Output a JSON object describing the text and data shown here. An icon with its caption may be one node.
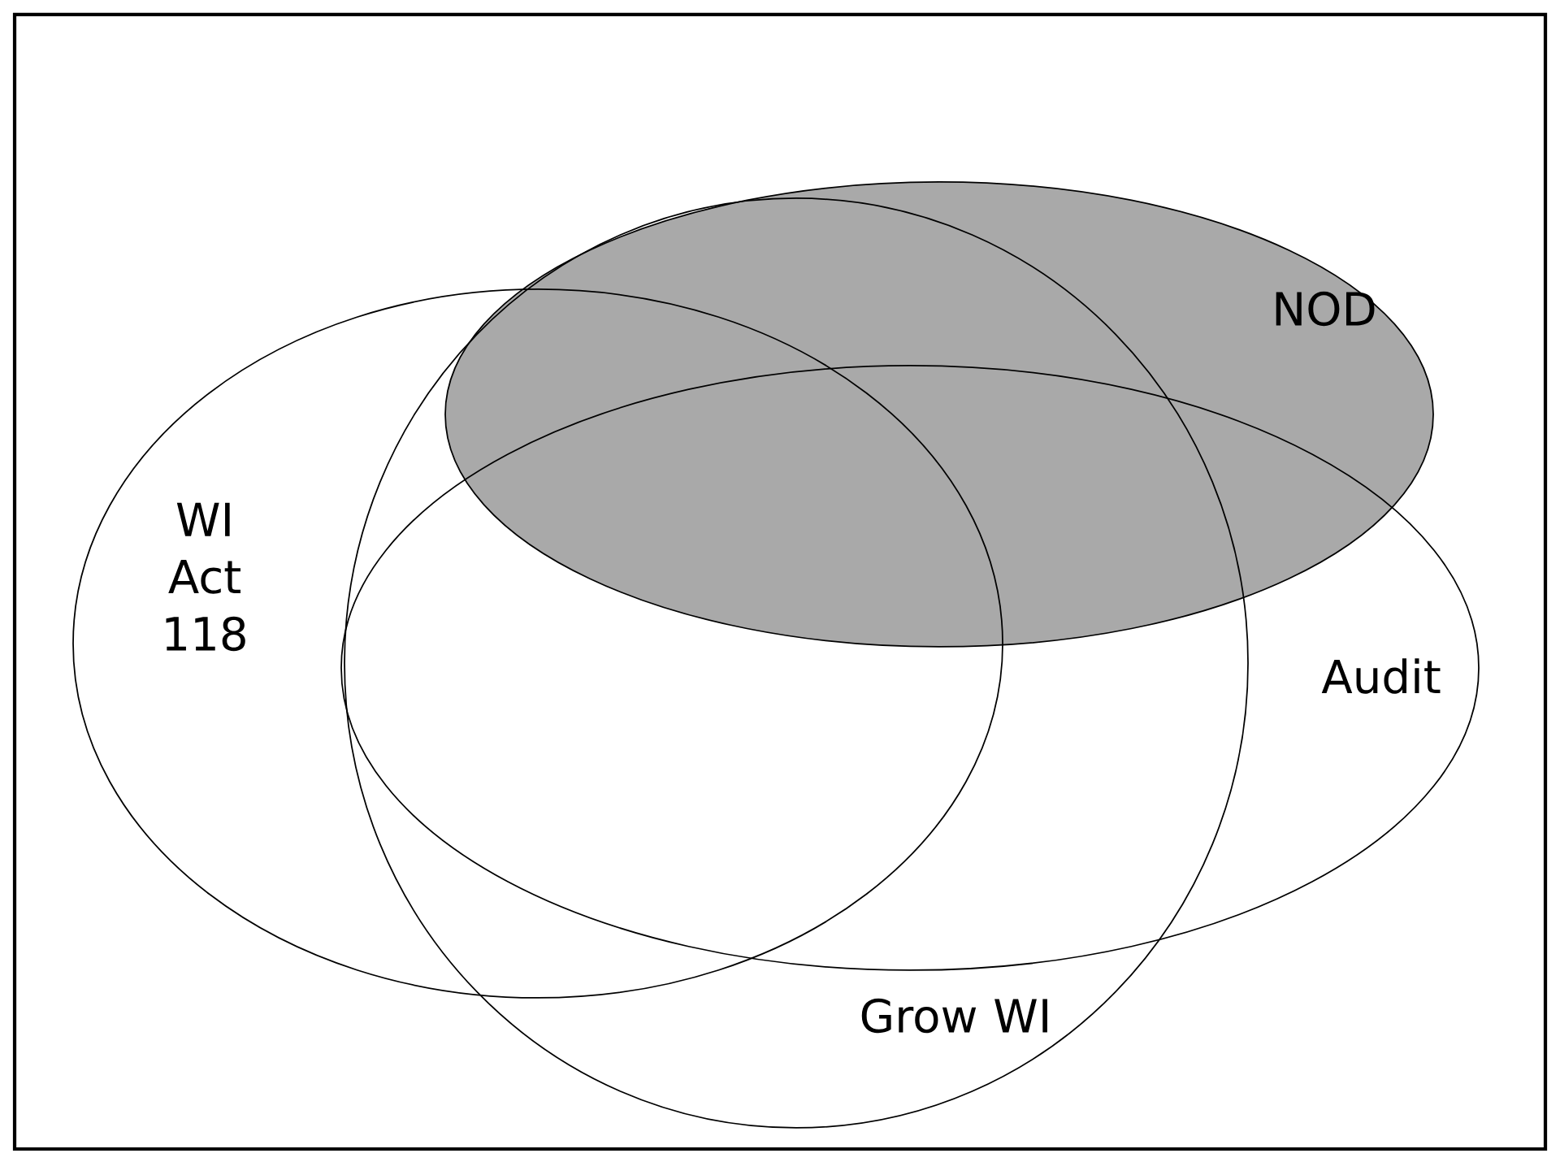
{
  "diagram": {
    "nodes": [
      {
        "text": [
          "NOD"
        ]
      },
      {
        "text": [
          "WI Act 118"
        ]
      },
      {
        "text": [
          "Audit"
        ]
      },
      {
        "text": [
          "Grow WI"
        ]
      }
    ]
  }
}
